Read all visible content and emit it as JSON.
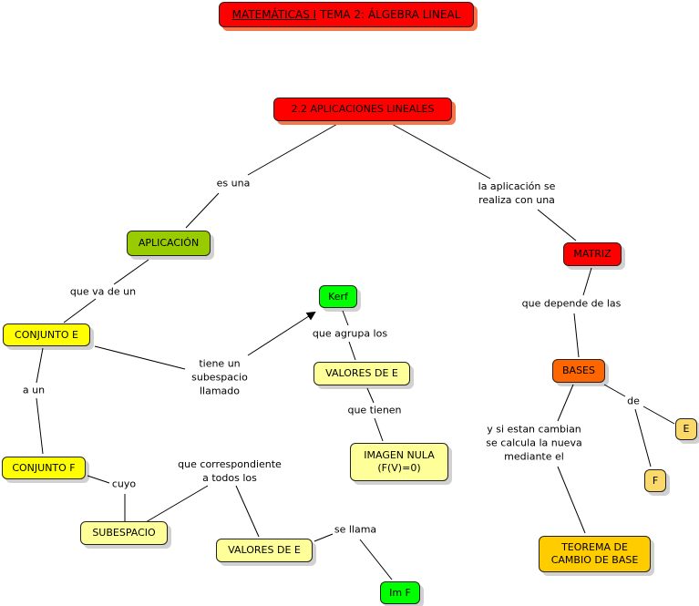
{
  "title": {
    "underlined": "MATEMÁTICAS I",
    "rest": " TEMA 2: ÁLGEBRA LINEAL"
  },
  "concepts": {
    "root": "2.2 APLICACIONES LINEALES",
    "aplicacion": "APLICACIÓN",
    "matriz": "MATRIZ",
    "conjunto_e": "CONJUNTO E",
    "kerf": "Kerf",
    "valores_e_1": "VALORES DE E",
    "imagen_nula": [
      "IMAGEN NULA",
      "(F(V)=0)"
    ],
    "bases": "BASES",
    "e": "E",
    "f": "F",
    "teorema": [
      "TEOREMA DE",
      "CAMBIO DE BASE"
    ],
    "conjunto_f": "CONJUNTO F",
    "subespacio": "SUBESPACIO",
    "valores_e_2": "VALORES DE E",
    "im_f": "Im F"
  },
  "links": {
    "es_una": "es una",
    "realiza": [
      "la aplicación se",
      "realiza con una"
    ],
    "va_de": "que va de un",
    "depende": "que depende de las",
    "agrupa": "que agrupa los",
    "subespacio": [
      "tiene un",
      "subespacio",
      "llamado"
    ],
    "a_un": "a un",
    "tienen": "que tienen",
    "cambian": [
      "y si estan cambian",
      "se calcula la nueva",
      "mediante el"
    ],
    "de": "de",
    "cuyo": "cuyo",
    "corresp": [
      "que correspondiente",
      "a todos los"
    ],
    "se_llama": "se llama"
  },
  "colors": {
    "red": "#ff0000",
    "green_dark": "#99cc00",
    "green": "#00ff00",
    "yellow": "#ffff00",
    "light_yellow": "#ffff99",
    "orange": "#ff6600",
    "gold": "#ffcc00",
    "pale_gold": "#fad96a"
  }
}
